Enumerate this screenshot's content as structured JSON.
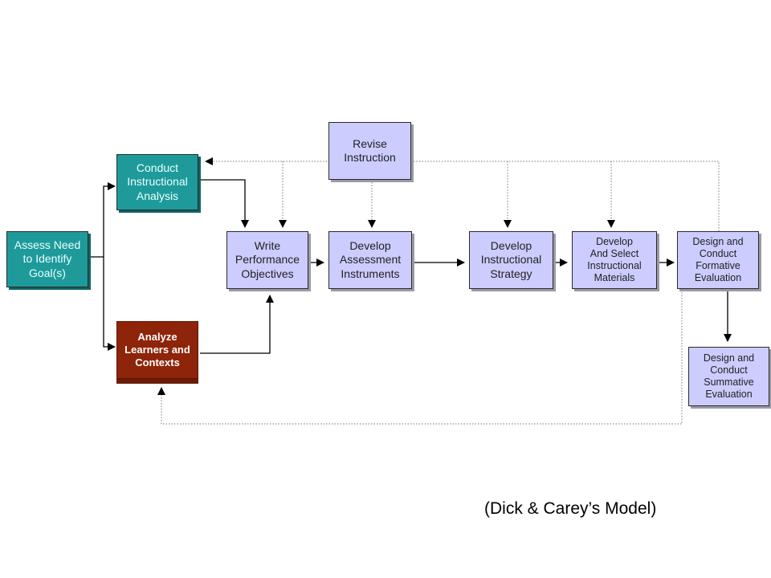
{
  "nodes": {
    "assess_need": "Assess Need\nto Identify\nGoal(s)",
    "instructional_analysis": "Conduct\nInstructional\nAnalysis",
    "analyze_learners": "Analyze\nLearners and\nContexts",
    "write_objectives": "Write\nPerformance\nObjectives",
    "assessment_instruments": "Develop\nAssessment\nInstruments",
    "instructional_strategy": "Develop\nInstructional\nStrategy",
    "instructional_materials": "Develop\nAnd Select\nInstructional\nMaterials",
    "formative_evaluation": "Design and\nConduct\nFormative\nEvaluation",
    "summative_evaluation": "Design and\nConduct\nSummative\nEvaluation",
    "revise_instruction": "Revise\nInstruction"
  },
  "caption": "(Dick & Carey’s Model)",
  "colors": {
    "process_box": "#ccccff",
    "analysis_box": "#1f9a9a",
    "learners_box": "#8e2409",
    "connector": "#000000",
    "feedback_line": "#777777"
  }
}
